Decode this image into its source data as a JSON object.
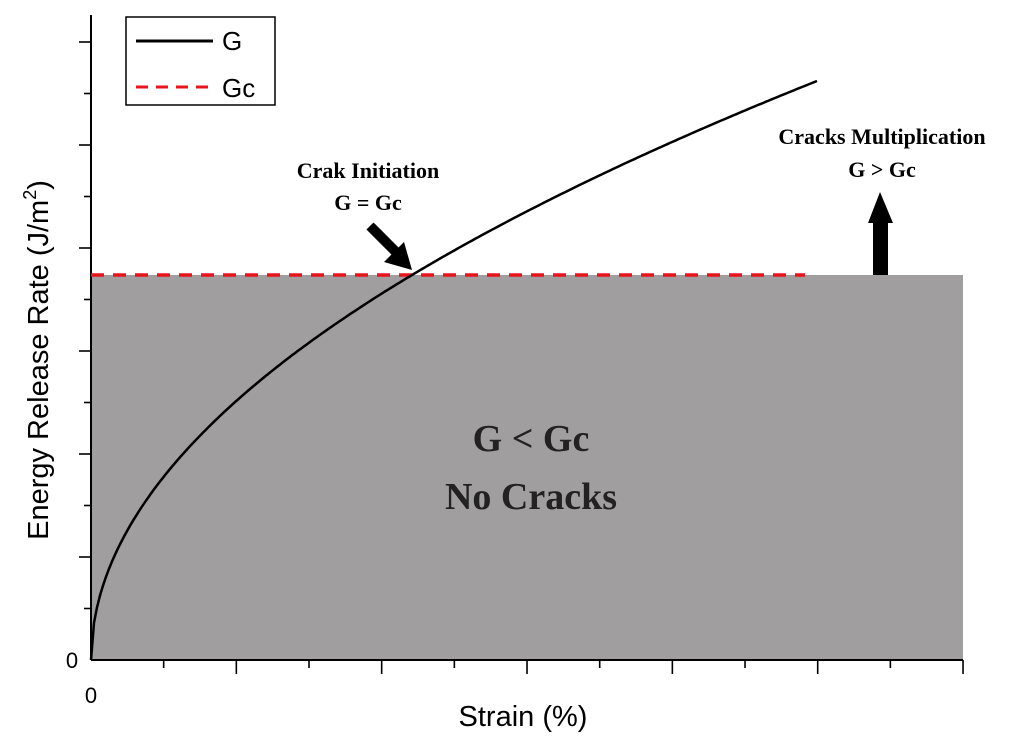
{
  "chart_data": {
    "type": "line",
    "xlabel": "Strain (%)",
    "ylabel_main": "Energy Release Rate (J/m",
    "ylabel_sup": "2",
    "ylabel_close": ")",
    "x_tick_label": "0",
    "y_tick_label": "0",
    "grid": false,
    "legend_position": "top-left",
    "series": [
      {
        "name": "G",
        "style": "solid",
        "color": "#000000",
        "exponent": 0.5
      },
      {
        "name": "Gc",
        "style": "dashed",
        "color": "#e8141b"
      }
    ],
    "annotations": {
      "initiation_line1": "Crak Initiation",
      "initiation_line2": "G = Gc",
      "multiplication_line1": "Cracks Multiplication",
      "multiplication_line2": "G > Gc",
      "region_line1": "G < Gc",
      "region_line2": "No Cracks"
    },
    "colors": {
      "region": "#a09e9f",
      "curve": "#000000",
      "threshold": "#e8141b"
    }
  }
}
